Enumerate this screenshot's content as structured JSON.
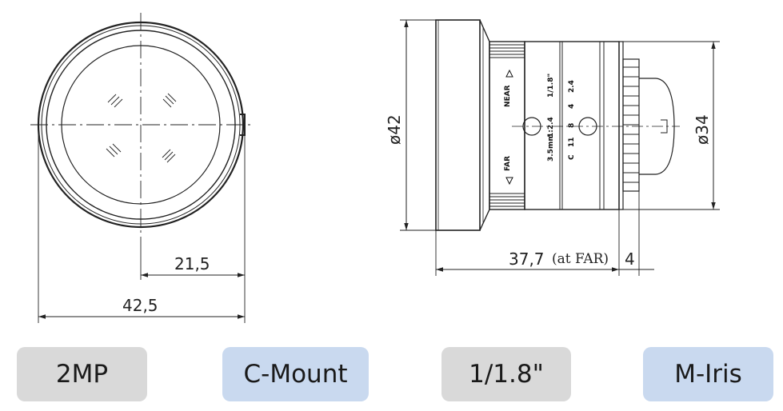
{
  "drawing": {
    "front_view": {
      "dim_inner": "21,5",
      "dim_outer": "42,5"
    },
    "side_view": {
      "dim_front_diameter": "ø42",
      "dim_rear_diameter": "ø34",
      "dim_length": "37,7",
      "dim_length_note": "(at FAR)",
      "dim_flange": "4",
      "ring_near": "NEAR",
      "ring_far": "FAR",
      "engraving": {
        "col1": [
          "1/1.8\"",
          "1:2.4",
          "3.5mm"
        ],
        "col2": [
          "2.4",
          "4",
          "8",
          "11",
          "C"
        ]
      }
    }
  },
  "badges": [
    {
      "label": "2MP",
      "color": "#d9d9d9"
    },
    {
      "label": "C-Mount",
      "color": "#c9d9ef"
    },
    {
      "label": "1/1.8\"",
      "color": "#d9d9d9"
    },
    {
      "label": "M-Iris",
      "color": "#c9d9ef"
    }
  ]
}
